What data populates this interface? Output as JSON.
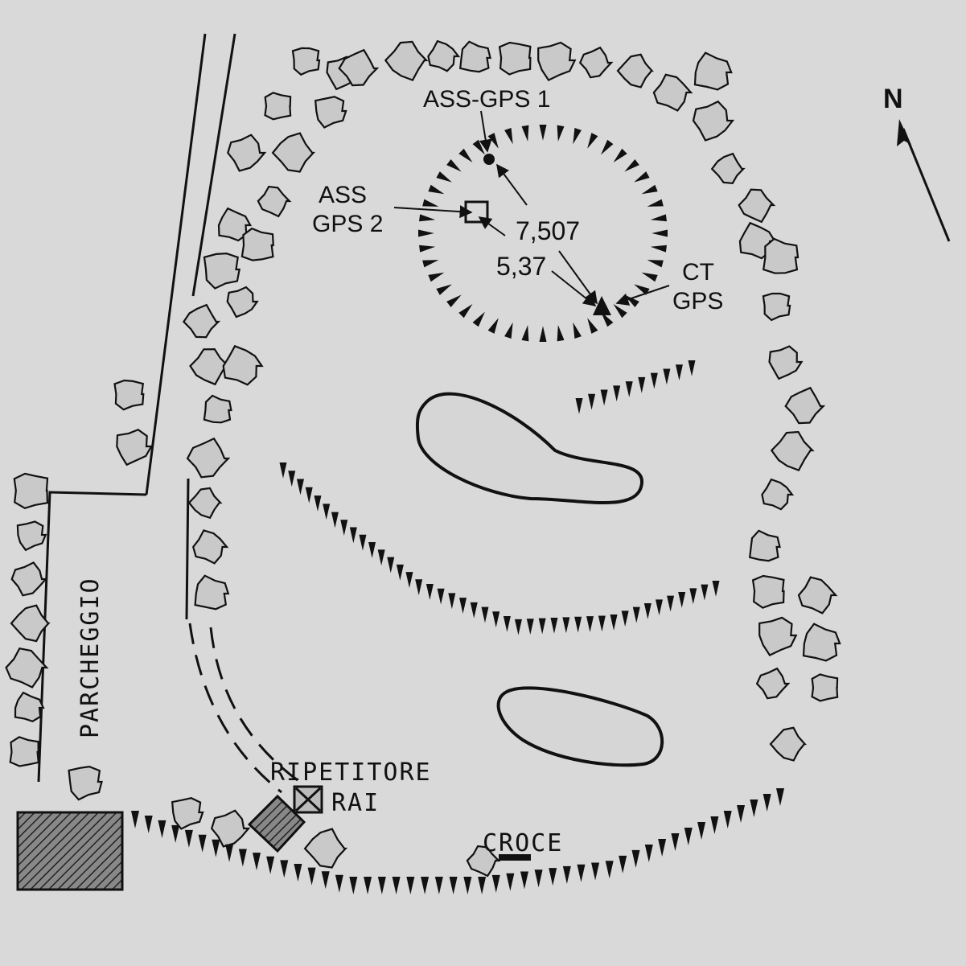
{
  "labels": {
    "ass_gps_1": "ASS-GPS 1",
    "ass_gps_2_line1": "ASS",
    "ass_gps_2_line2": "GPS 2",
    "distance_1": "7,507",
    "distance_2": "5,37",
    "ct_gps_line1": "CT",
    "ct_gps_line2": "GPS",
    "north": "N",
    "parking": "PARCHEGGIO",
    "repeater_line1": "RIPETITORE",
    "repeater_line2": "RAI",
    "cross": "CROCE"
  },
  "colors": {
    "background": "#d9d9d9",
    "ink": "#111111",
    "tree_fill": "#c9c9c9",
    "pond_fill": "#d6d6d6"
  }
}
